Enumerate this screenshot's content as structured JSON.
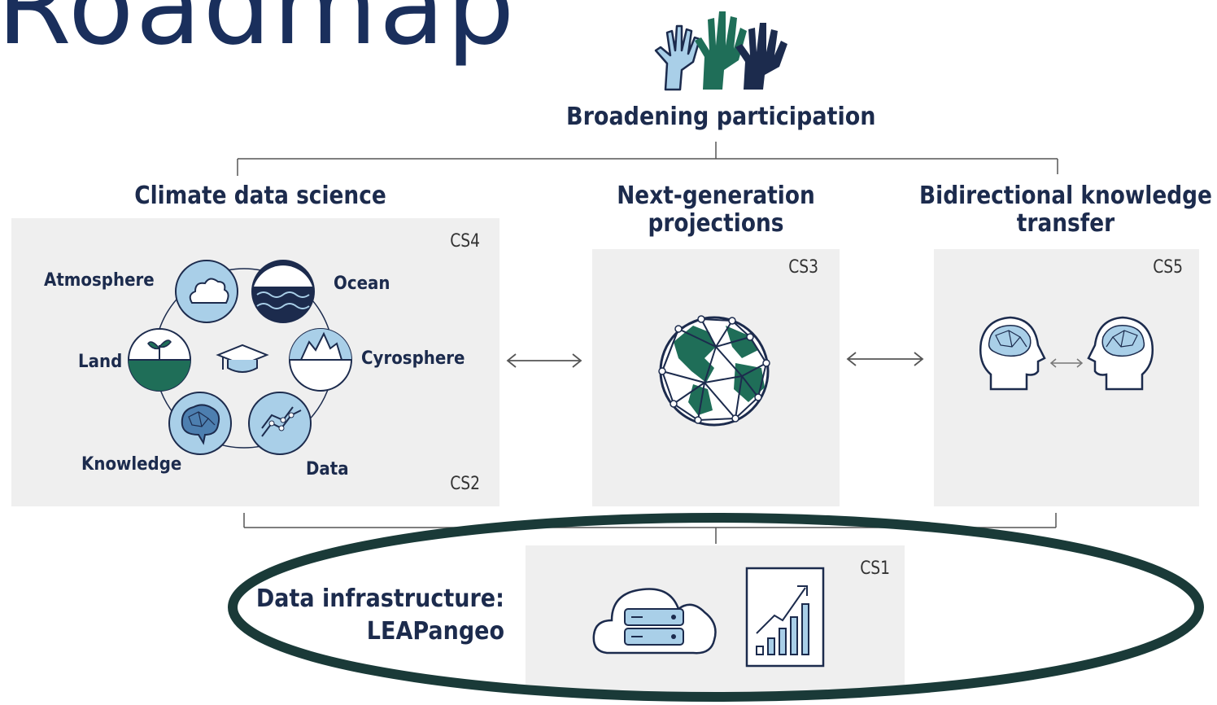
{
  "title": "Roadmap",
  "top": {
    "label": "Broadening participation",
    "icon": "raised-hands-icon"
  },
  "columns": {
    "climate": {
      "heading": "Climate data science",
      "tag_top": "CS4",
      "tag_bottom": "CS2"
    },
    "nextgen": {
      "heading_line1": "Next-generation",
      "heading_line2": "projections",
      "tag": "CS3"
    },
    "bidir": {
      "heading_line1": "Bidirectional knowledge",
      "heading_line2": "transfer",
      "tag": "CS5"
    }
  },
  "cycle": {
    "atmosphere": "Atmosphere",
    "ocean": "Ocean",
    "cyrosphere": "Cyrosphere",
    "data": "Data",
    "knowledge": "Knowledge",
    "land": "Land"
  },
  "infrastructure": {
    "line1": "Data infrastructure:",
    "line2": "LEAPangeo",
    "tag": "CS1"
  },
  "colors": {
    "navy": "#1c2b4d",
    "teal": "#1f6e58",
    "lightblue": "#a9cfe8",
    "panel": "#efefef",
    "oval": "#1a3a38"
  }
}
